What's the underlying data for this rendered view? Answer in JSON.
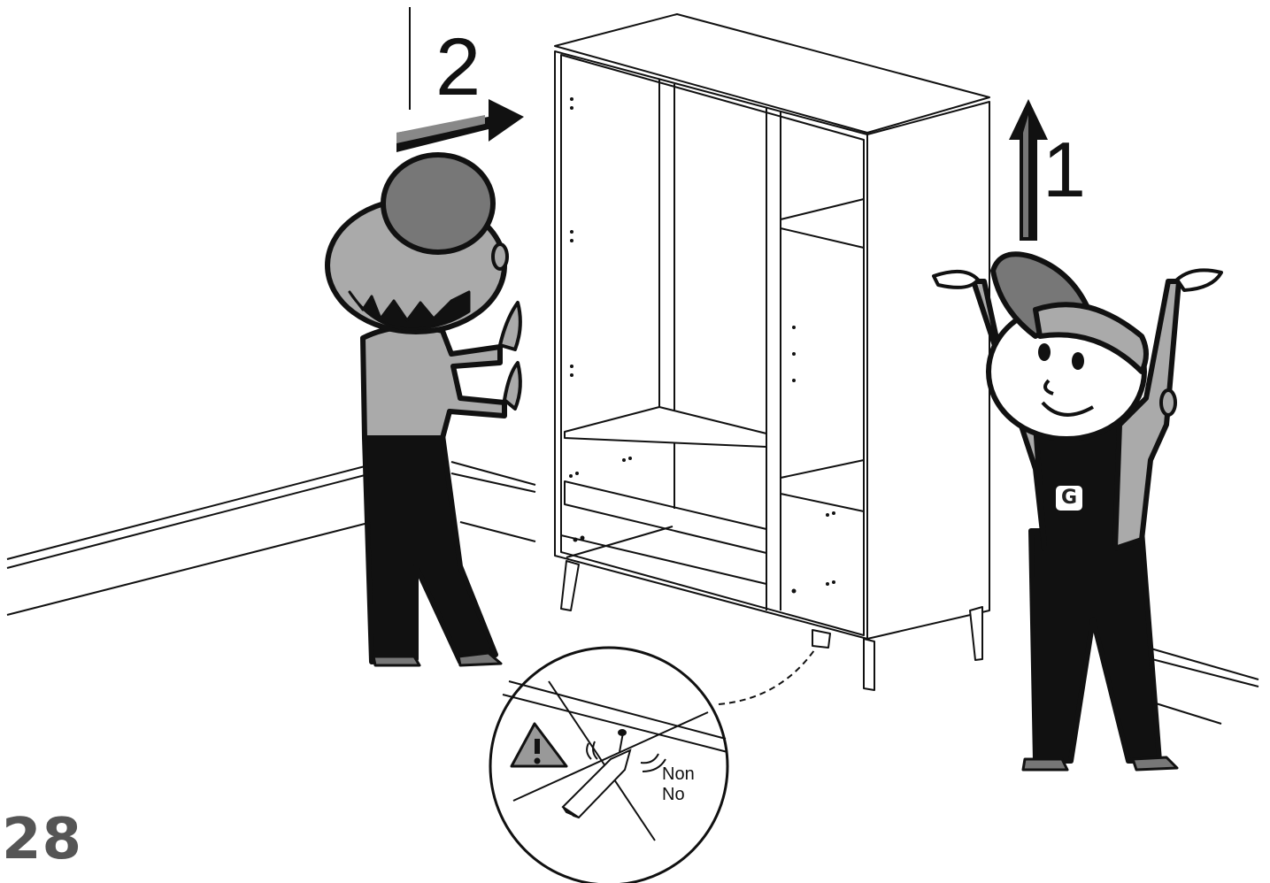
{
  "steps": {
    "lift": "1",
    "push": "2"
  },
  "warning": {
    "fr": "Non",
    "en": "No",
    "icon": "warning-triangle-icon"
  },
  "badge": {
    "letter": "G"
  },
  "page": {
    "number": "28"
  },
  "colors": {
    "ink": "#111111",
    "shirt": "#aaaaaa",
    "cap": "#777777",
    "page_number": "#555555"
  }
}
